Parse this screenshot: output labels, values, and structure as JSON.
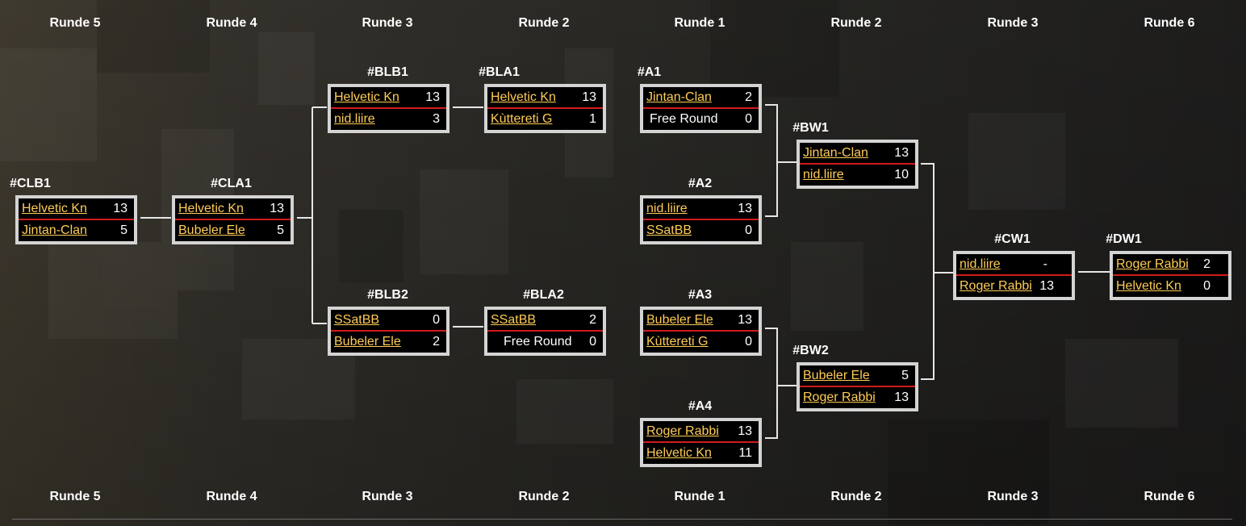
{
  "rounds_top": [
    "Runde 5",
    "Runde 4",
    "Runde 3",
    "Runde 2",
    "Runde 1",
    "Runde 2",
    "Runde 3",
    "Runde 6"
  ],
  "rounds_bottom": [
    "Runde 5",
    "Runde 4",
    "Runde 3",
    "Runde 2",
    "Runde 1",
    "Runde 2",
    "Runde 3",
    "Runde 6"
  ],
  "colors": {
    "border": "#d4d4d4",
    "divider": "#d21b1b",
    "team_link": "#ffcc55",
    "box_bg": "#000000"
  },
  "matches": {
    "CLB1": {
      "title": "#CLB1",
      "t1": "Helvetic Kn",
      "s1": "13",
      "t2": "Jintan-Clan",
      "s2": "5"
    },
    "CLA1": {
      "title": "#CLA1",
      "t1": "Helvetic Kn",
      "s1": "13",
      "t2": "Bubeler Ele",
      "s2": "5"
    },
    "BLB1": {
      "title": "#BLB1",
      "t1": "Helvetic Kn",
      "s1": "13",
      "t2": "nid.liire",
      "s2": "3"
    },
    "BLA1": {
      "title": "#BLA1",
      "t1": "Helvetic Kn",
      "s1": "13",
      "t2": "Kùttereti G",
      "s2": "1"
    },
    "BLB2": {
      "title": "#BLB2",
      "t1": "SSatBB",
      "s1": "0",
      "t2": "Bubeler Ele",
      "s2": "2"
    },
    "BLA2": {
      "title": "#BLA2",
      "t1": "SSatBB",
      "s1": "2",
      "t2": "Free Round",
      "s2": "0"
    },
    "A1": {
      "title": "#A1",
      "t1": "Jintan-Clan",
      "s1": "2",
      "t2": "Free Round",
      "s2": "0"
    },
    "A2": {
      "title": "#A2",
      "t1": "nid.liire",
      "s1": "13",
      "t2": "SSatBB",
      "s2": "0"
    },
    "A3": {
      "title": "#A3",
      "t1": "Bubeler Ele",
      "s1": "13",
      "t2": "Kùttereti G",
      "s2": "0"
    },
    "A4": {
      "title": "#A4",
      "t1": "Roger Rabbi",
      "s1": "13",
      "t2": "Helvetic Kn",
      "s2": "11"
    },
    "BW1": {
      "title": "#BW1",
      "t1": "Jintan-Clan",
      "s1": "13",
      "t2": "nid.liire",
      "s2": "10"
    },
    "BW2": {
      "title": "#BW2",
      "t1": "Bubeler Ele",
      "s1": "5",
      "t2": "Roger Rabbi",
      "s2": "13"
    },
    "CW1": {
      "title": "#CW1",
      "t1": "nid.liire",
      "s1": "-",
      "t2": "Roger Rabbi",
      "s2": "13"
    },
    "DW1": {
      "title": "#DW1",
      "t1": "Roger Rabbi",
      "s1": "2",
      "t2": "Helvetic Kn",
      "s2": "0"
    }
  }
}
